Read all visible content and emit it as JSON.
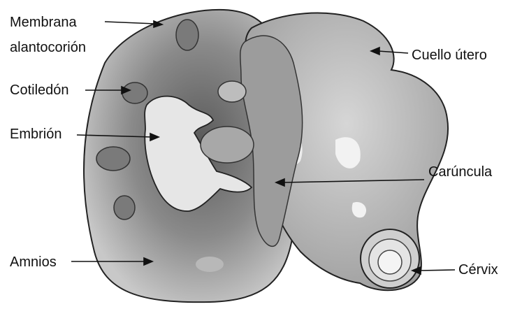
{
  "labels": {
    "membrana_line1": "Membrana",
    "membrana_line2": "alantocorión",
    "cotiledon": "Cotiledón",
    "embrion": "Embrión",
    "amnios": "Amnios",
    "cuello_utero": "Cuello útero",
    "caruncula": "Carúncula",
    "cervix": "Cérvix"
  }
}
